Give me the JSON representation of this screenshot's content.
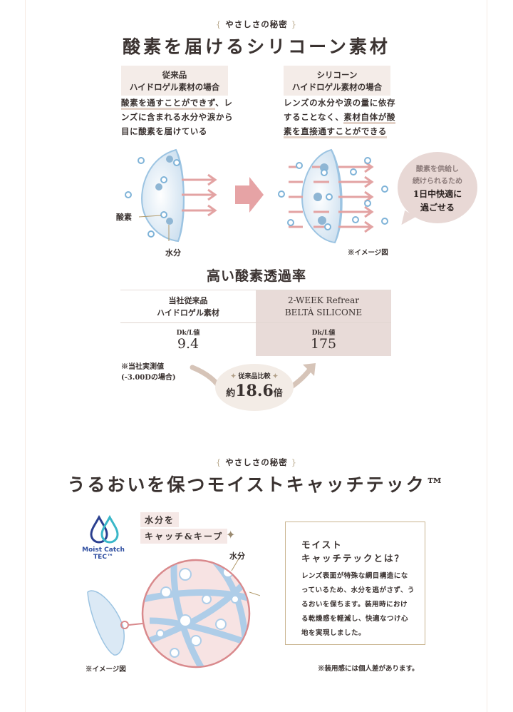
{
  "section1": {
    "kicker_left": "{",
    "kicker": "やさしさの秘密",
    "kicker_right": "}",
    "headline": "酸素を届けるシリコーン素材",
    "conventional": {
      "label_line1": "従来品",
      "label_line2": "ハイドロゲル素材の場合",
      "desc_line1_ul": "酸素を通すことができず",
      "desc_line1_rest": "、レ",
      "desc_line2": "ンズに含まれる水分や涙から",
      "desc_line3": "目に酸素を届けている"
    },
    "silicone": {
      "label_line1": "シリコーン",
      "label_line2": "ハイドロゲル素材の場合",
      "desc_line1": "レンズの水分や涙の量に依存",
      "desc_line2_rest": "することなく、",
      "desc_line2_ul": "素材自体が酸",
      "desc_line3_ul": "素を直接通すことができる"
    },
    "diagram": {
      "oxygen_label": "酸素",
      "water_label": "水分",
      "image_note": "※イメージ図"
    },
    "bubble": {
      "line1": "酸素を供給し",
      "line2": "続けられるため",
      "line3": "1日中快適に",
      "line4": "過ごせる"
    },
    "colors": {
      "arrow": "#e3a3a3",
      "lens": "#a9cde6",
      "label_bg": "#f4ece8",
      "highlight_col": "#e8dbd8"
    }
  },
  "oxygen_table": {
    "title": "高い酸素透過率",
    "columns": [
      {
        "name_line1": "当社従来品",
        "name_line2": "ハイドロゲル素材",
        "unit": "Dk/L値",
        "value": "9.4"
      },
      {
        "name_line1": "2-WEEK Refrear",
        "name_line2": "BELTÀ SILICONE",
        "unit": "Dk/L値",
        "value": "175"
      }
    ],
    "footnote_line1": "※当社実測値",
    "footnote_line2": "(-3.00Dの場合)",
    "comparison_label": "従来品比較",
    "comparison_prefix": "約",
    "comparison_value": "18.6",
    "comparison_suffix": "倍"
  },
  "section2": {
    "kicker_left": "{",
    "kicker": "やさしさの秘密",
    "kicker_right": "}",
    "headline": "うるおいを保つモイストキャッチテック™",
    "logo_line1": "Moist Catch",
    "logo_line2": "TEC™",
    "catch_line1": "水分を",
    "catch_line2": "キャッチ&キープ",
    "water_label": "水分",
    "image_note": "※イメージ図",
    "box_title_line1": "モイスト",
    "box_title_line2": "キャッチテックとは？",
    "box_body": "レンズ表面が特殊な網目構造になっているため、水分を逃がさず、うるおいを保ちます。装用時における乾燥感を軽減し、快適なつけ心地を実現しました。",
    "disclaimer": "※装用感には個人差があります。"
  }
}
